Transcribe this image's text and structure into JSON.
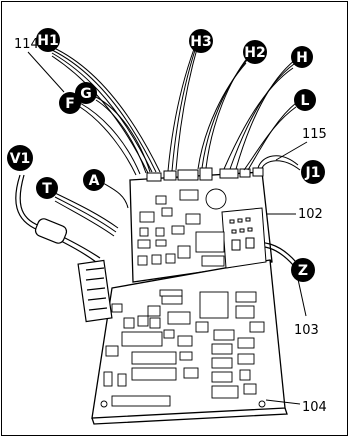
{
  "connectors": {
    "H1": "H1",
    "H3": "H3",
    "H2": "H2",
    "H": "H",
    "G": "G",
    "F": "F",
    "L": "L",
    "J1": "J1",
    "A": "A",
    "T": "T",
    "V1": "V1",
    "Z": "Z"
  },
  "refs": {
    "r114": "114",
    "r115": "115",
    "r102": "102",
    "r103": "103",
    "r104": "104"
  }
}
